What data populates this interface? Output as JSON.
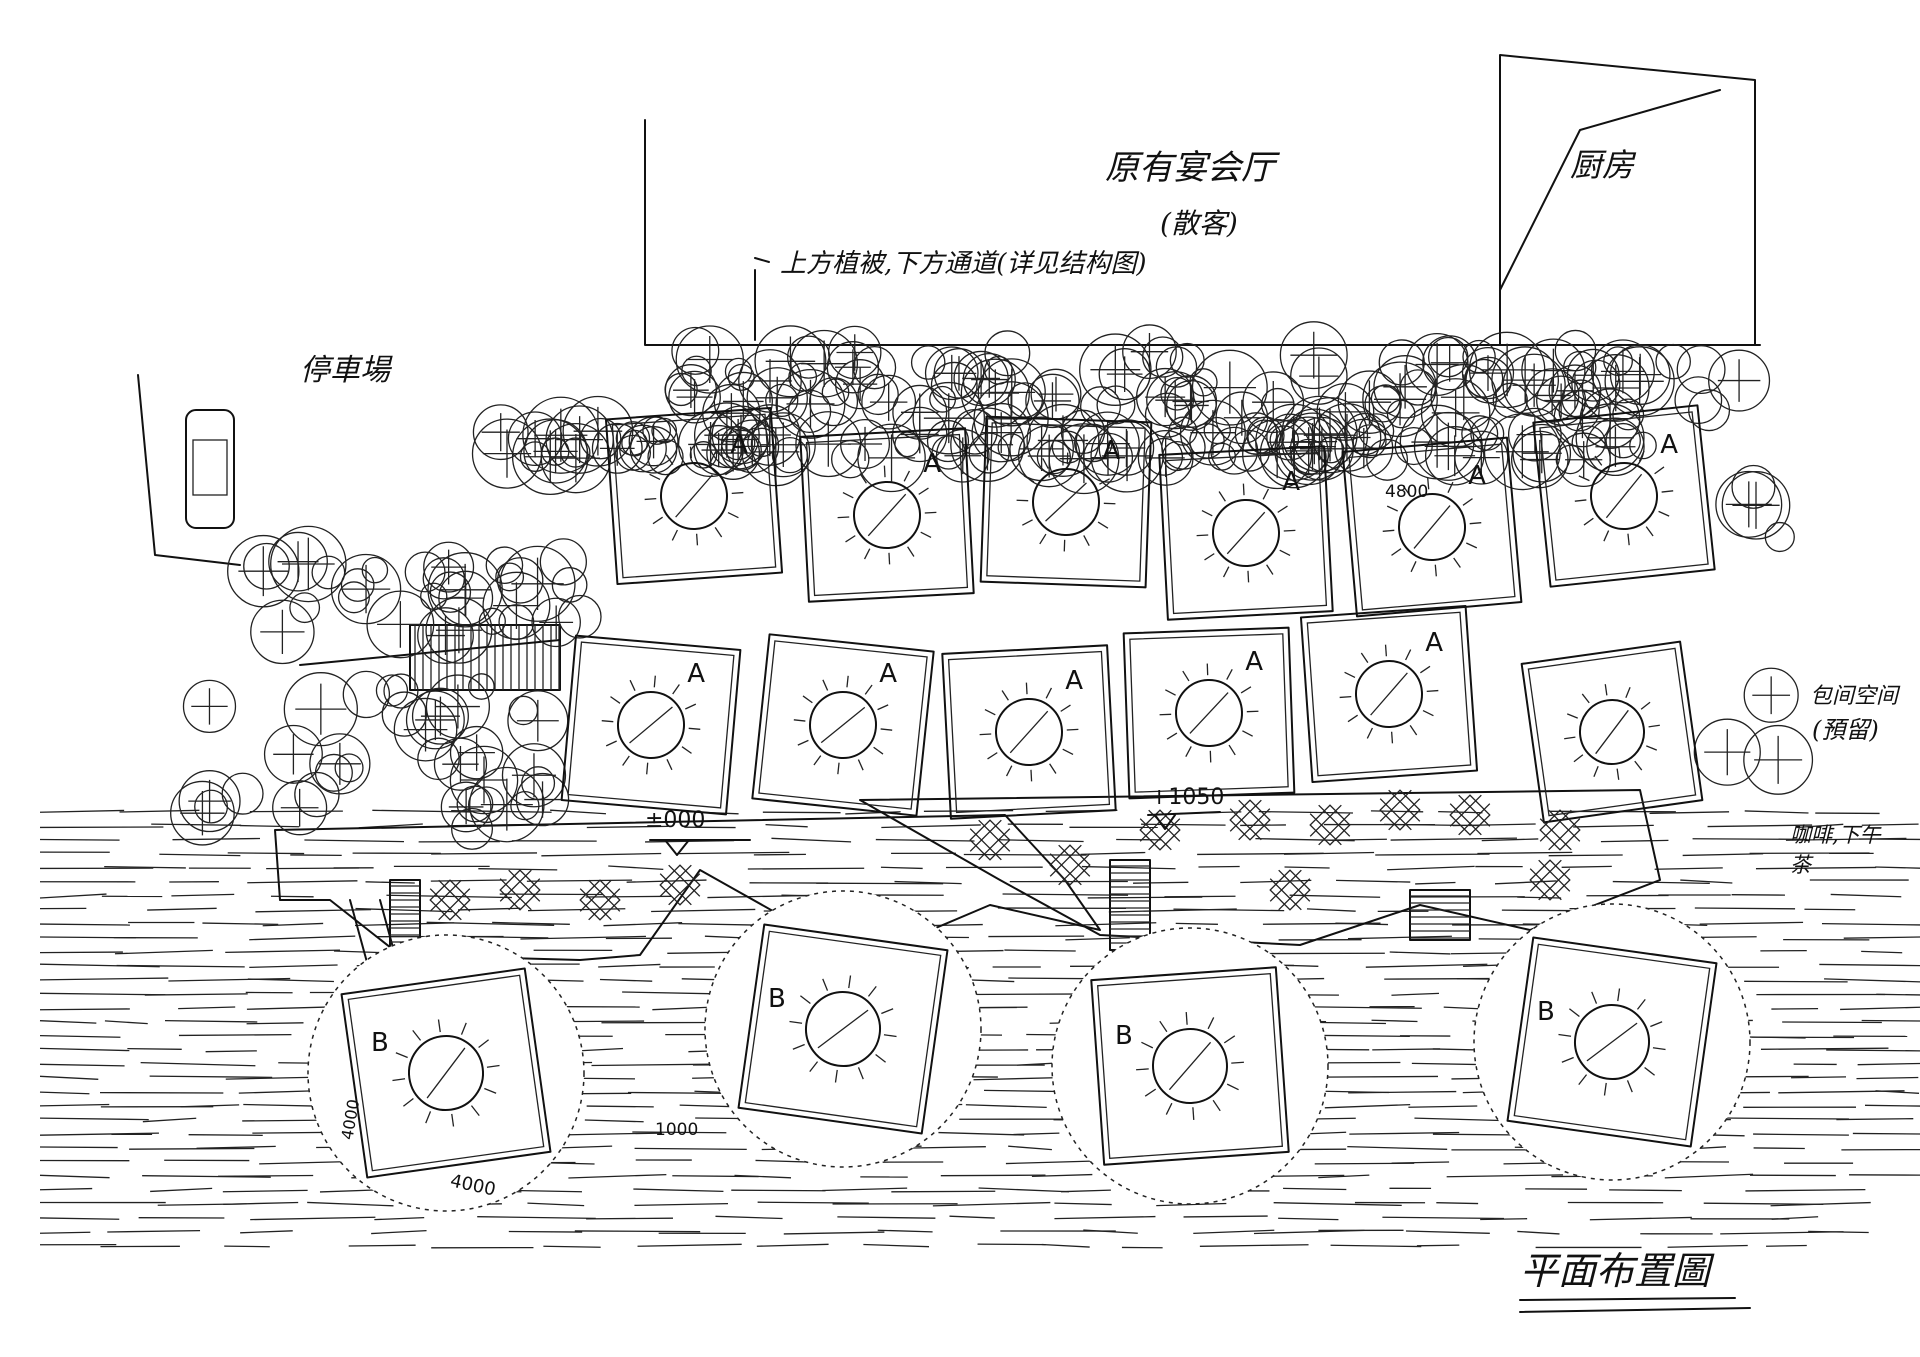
{
  "labels": {
    "parking": "停車場",
    "banquet_hall": "原有宴会厅",
    "banquet_hall_sub": "(散客)",
    "canopy_note": "上方植被,下方通道(详见结构图)",
    "kitchen": "厨房",
    "private_room_reserved": "包间空间",
    "private_room_reserved_sub": "(預留)",
    "cafe": "咖啡,下午茶",
    "title": "平面布置圖"
  },
  "levels": {
    "terrace_left": "±000",
    "terrace_right": "+1050"
  },
  "dimensions": {
    "room_a_width": "4800",
    "room_b_width": "4000",
    "room_b_depth": "4000",
    "bridge": "1000"
  },
  "room_types": {
    "upper_row": [
      "A",
      "A",
      "A",
      "A",
      "A",
      "A"
    ],
    "lower_row": [
      "A",
      "A",
      "A",
      "A",
      "A"
    ],
    "water_pavilions": [
      "B",
      "B",
      "B",
      "B"
    ]
  },
  "colors": {
    "ink": "#111111",
    "paper": "#ffffff"
  }
}
